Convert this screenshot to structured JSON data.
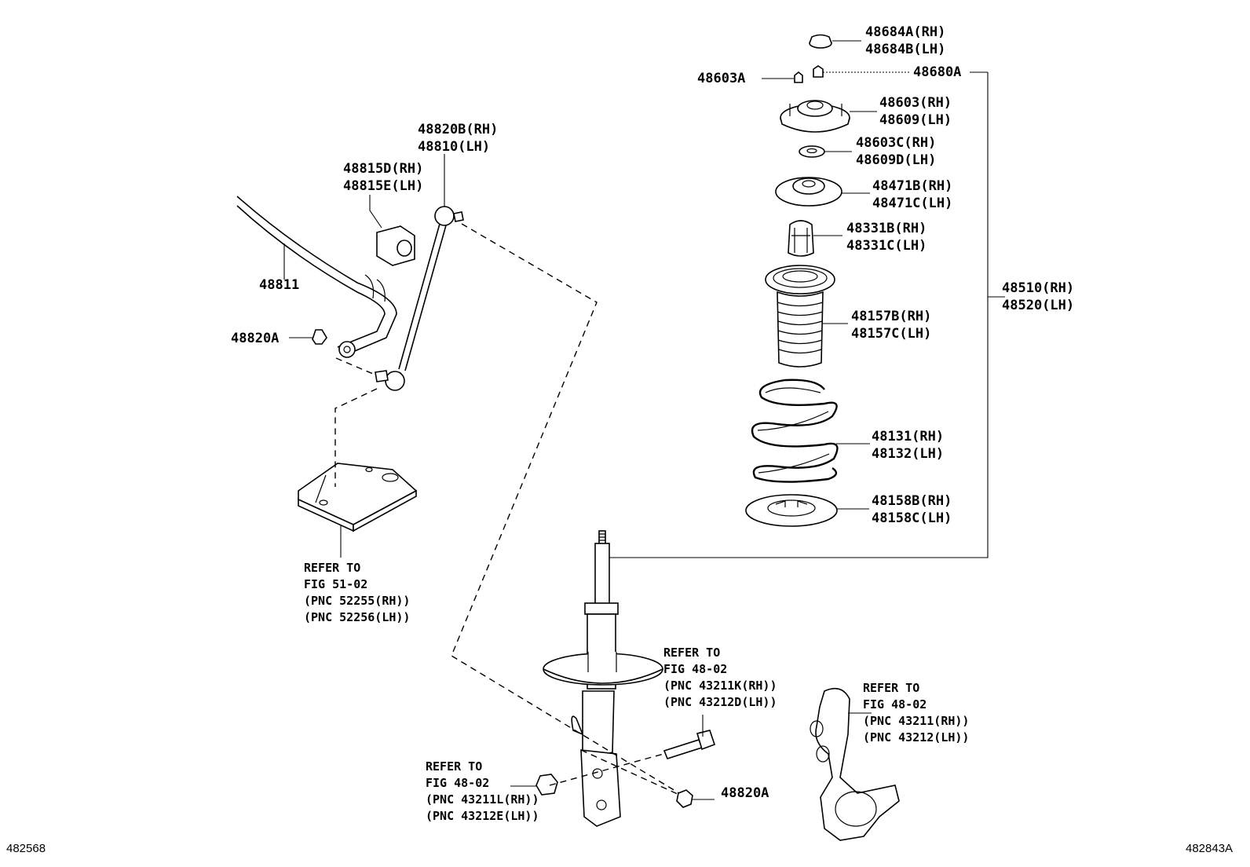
{
  "diagram": {
    "parts": [
      {
        "id": "p48684",
        "lines": [
          "48684A(RH)",
          "48684B(LH)"
        ]
      },
      {
        "id": "p48680a",
        "lines": [
          "48680A"
        ]
      },
      {
        "id": "p48603a",
        "lines": [
          "48603A"
        ]
      },
      {
        "id": "p48603",
        "lines": [
          "48603(RH)",
          "48609(LH)"
        ]
      },
      {
        "id": "p48603c",
        "lines": [
          "48603C(RH)",
          "48609D(LH)"
        ]
      },
      {
        "id": "p48471",
        "lines": [
          "48471B(RH)",
          "48471C(LH)"
        ]
      },
      {
        "id": "p48331",
        "lines": [
          "48331B(RH)",
          "48331C(LH)"
        ]
      },
      {
        "id": "p48510",
        "lines": [
          "48510(RH)",
          "48520(LH)"
        ]
      },
      {
        "id": "p48157",
        "lines": [
          "48157B(RH)",
          "48157C(LH)"
        ]
      },
      {
        "id": "p48131",
        "lines": [
          "48131(RH)",
          "48132(LH)"
        ]
      },
      {
        "id": "p48158",
        "lines": [
          "48158B(RH)",
          "48158C(LH)"
        ]
      },
      {
        "id": "p48820b",
        "lines": [
          "48820B(RH)",
          "48810(LH)"
        ]
      },
      {
        "id": "p48815",
        "lines": [
          "48815D(RH)",
          "48815E(LH)"
        ]
      },
      {
        "id": "p48811",
        "lines": [
          "48811"
        ]
      },
      {
        "id": "p48820a_l",
        "lines": [
          "48820A"
        ]
      },
      {
        "id": "p48820a_b",
        "lines": [
          "48820A"
        ]
      }
    ],
    "references": [
      {
        "id": "ref5102",
        "lines": [
          "REFER TO",
          "FIG 51-02",
          "(PNC 52255(RH))",
          "(PNC 52256(LH))"
        ]
      },
      {
        "id": "ref4802a",
        "lines": [
          "REFER TO",
          "FIG 48-02",
          "(PNC 43211K(RH))",
          "(PNC 43212D(LH))"
        ]
      },
      {
        "id": "ref4802b",
        "lines": [
          "REFER TO",
          "FIG 48-02",
          "(PNC 43211(RH))",
          "(PNC 43212(LH))"
        ]
      },
      {
        "id": "ref4802c",
        "lines": [
          "REFER TO",
          "FIG 48-02",
          "(PNC 43211L(RH))",
          "(PNC 43212E(LH))"
        ]
      }
    ],
    "codes": {
      "left": "482568",
      "right": "482843A"
    }
  }
}
